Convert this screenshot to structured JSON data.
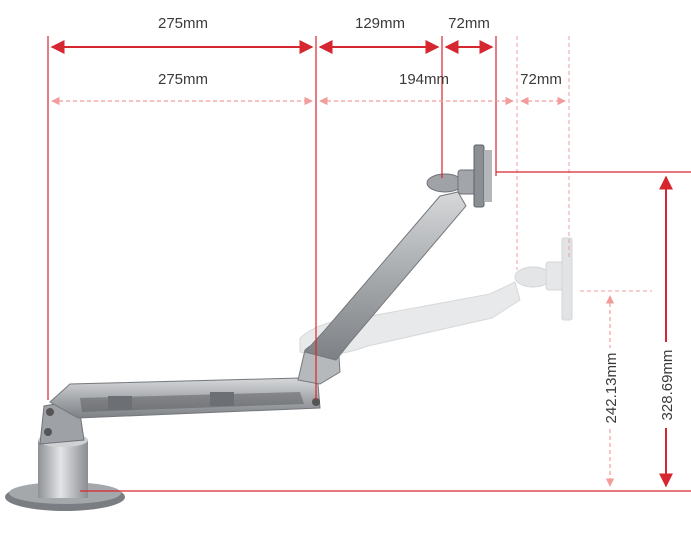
{
  "diagram": {
    "subject": "monitor-arm",
    "colors": {
      "solid_dimension": "#d6262f",
      "dashed_dimension": "#f29c9c",
      "text": "#3a3a3a",
      "arm_metal": "#a9acaf",
      "arm_ghost": "#e4e5e6"
    },
    "dimensions": {
      "top_row": {
        "first": "275mm",
        "second": "129mm",
        "third": "72mm"
      },
      "second_row": {
        "first": "275mm",
        "second": "194mm",
        "third": "72mm"
      },
      "heights": {
        "lower": "242.13mm",
        "upper": "328.69mm"
      }
    }
  }
}
